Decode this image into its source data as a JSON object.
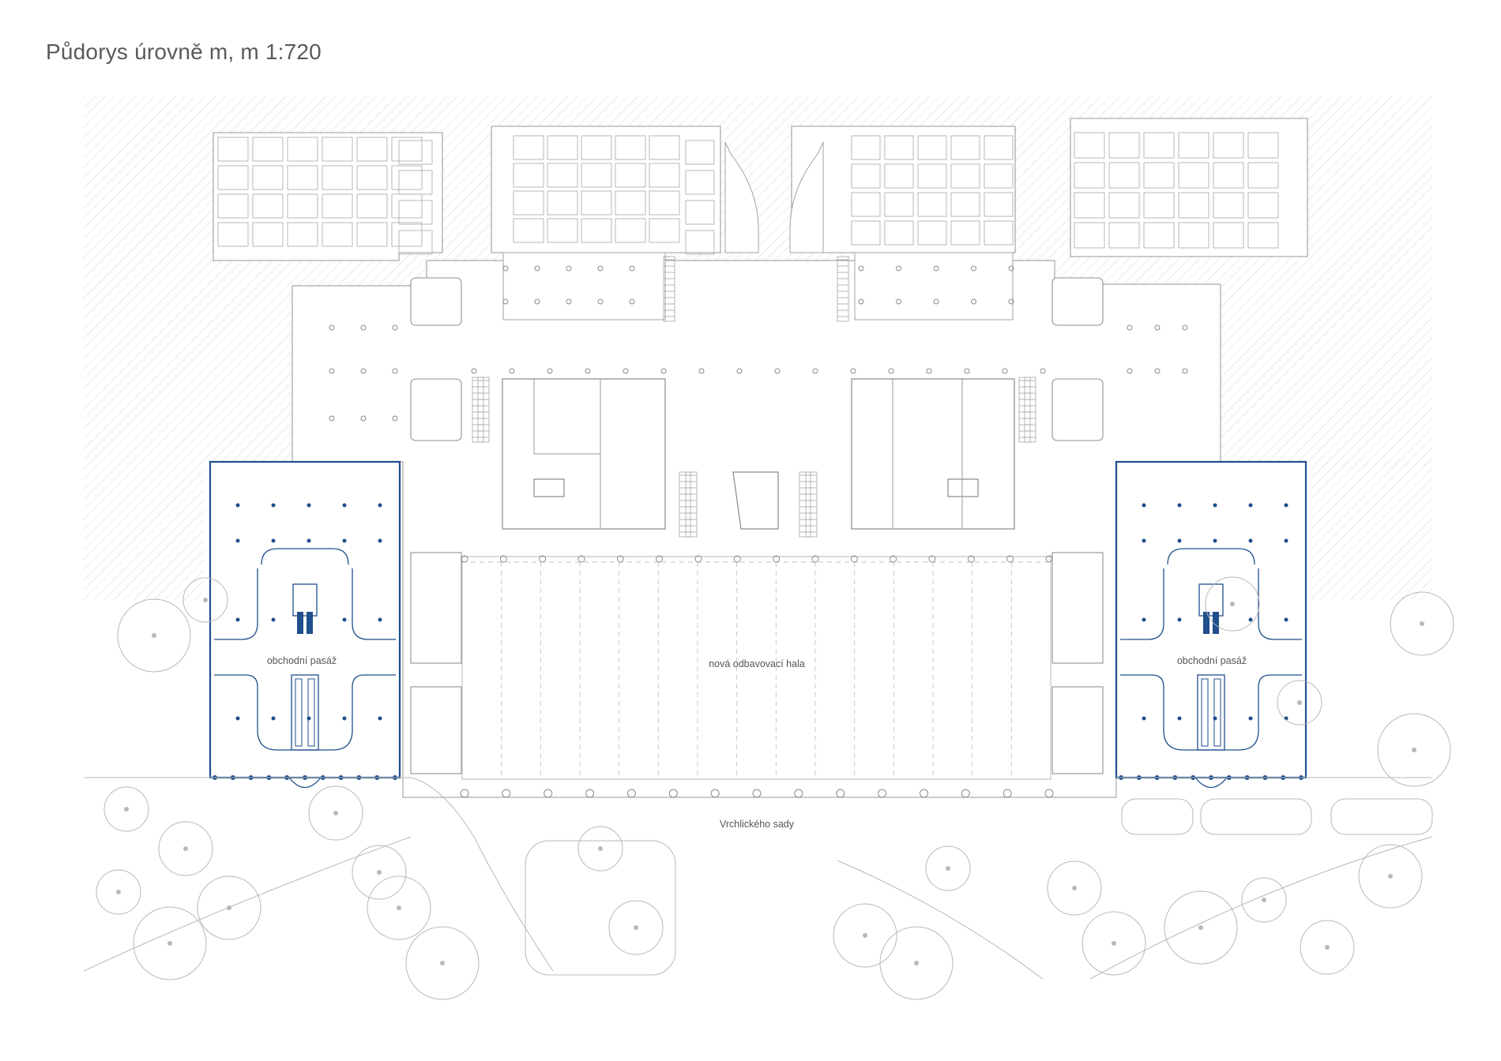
{
  "title": "Půdorys úrovně m, m 1:720",
  "labels": {
    "left_passage": "obchodní pasáž",
    "right_passage": "obchodní pasáž",
    "hall": "nová odbavovací hala",
    "street": "Vrchlického sady"
  },
  "colors": {
    "line": "#a0a0a0",
    "accent": "#1f4f8c",
    "hatch": "#d4d4d4",
    "text": "#5a5a5a"
  }
}
